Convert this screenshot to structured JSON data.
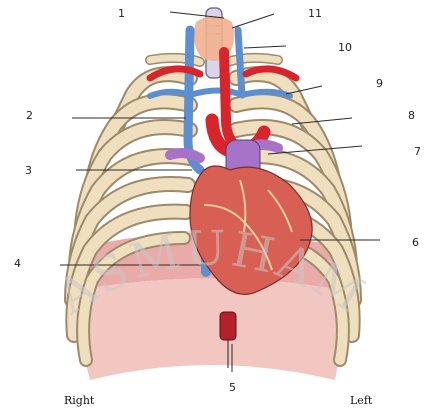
{
  "callouts": [
    {
      "id": "1",
      "label": "1"
    },
    {
      "id": "2",
      "label": "2"
    },
    {
      "id": "3",
      "label": "3"
    },
    {
      "id": "4",
      "label": "4"
    },
    {
      "id": "5",
      "label": "5"
    },
    {
      "id": "6",
      "label": "6"
    },
    {
      "id": "7",
      "label": "7"
    },
    {
      "id": "8",
      "label": "8"
    },
    {
      "id": "9",
      "label": "9"
    },
    {
      "id": "10",
      "label": "10"
    },
    {
      "id": "11",
      "label": "11"
    }
  ],
  "side_labels": {
    "right": "Right",
    "left": "Left"
  },
  "watermark_text": "ASMUHAM",
  "colors": {
    "rib": "#f0dfbf",
    "rib_outline": "#9c8a6a",
    "diaphragm": "#e9a7a3",
    "heart": "#d85f54",
    "artery": "#d9242b",
    "vein": "#5d8fd0",
    "vessel_purple": "#a673c9",
    "thyroid": "#f2b08e",
    "watermark": "#c8c8c8"
  }
}
